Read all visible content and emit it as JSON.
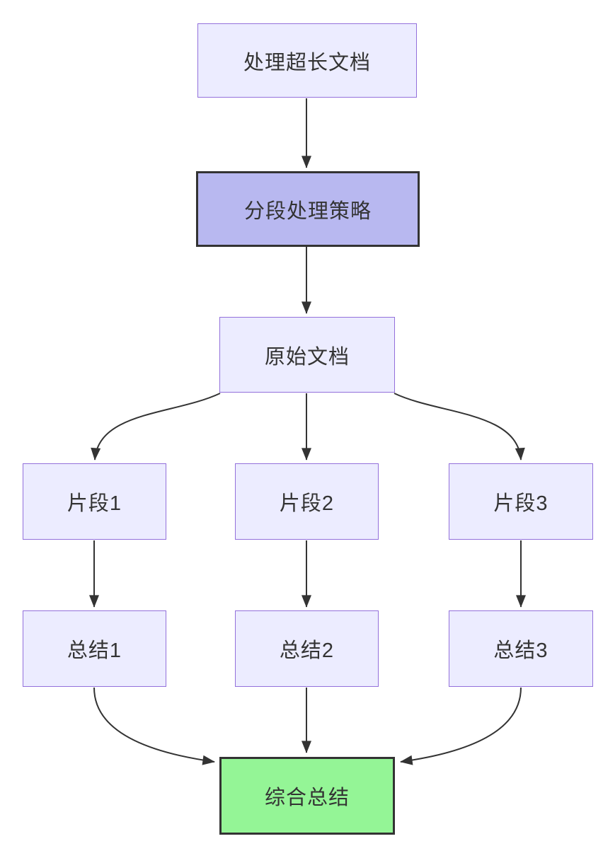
{
  "diagram": {
    "type": "flowchart",
    "direction": "top-down",
    "nodes": [
      {
        "id": "A",
        "label": "处理超长文档",
        "style": "default"
      },
      {
        "id": "B",
        "label": "分段处理策略",
        "style": "emphasis"
      },
      {
        "id": "C",
        "label": "原始文档",
        "style": "default"
      },
      {
        "id": "D",
        "label": "片段1",
        "style": "default"
      },
      {
        "id": "E",
        "label": "片段2",
        "style": "default"
      },
      {
        "id": "F",
        "label": "片段3",
        "style": "default"
      },
      {
        "id": "G",
        "label": "总结1",
        "style": "default"
      },
      {
        "id": "H",
        "label": "总结2",
        "style": "default"
      },
      {
        "id": "I",
        "label": "总结3",
        "style": "default"
      },
      {
        "id": "J",
        "label": "综合总结",
        "style": "success"
      }
    ],
    "edges": [
      {
        "from": "A",
        "to": "B"
      },
      {
        "from": "B",
        "to": "C"
      },
      {
        "from": "C",
        "to": "D"
      },
      {
        "from": "C",
        "to": "E"
      },
      {
        "from": "C",
        "to": "F"
      },
      {
        "from": "D",
        "to": "G"
      },
      {
        "from": "E",
        "to": "H"
      },
      {
        "from": "F",
        "to": "I"
      },
      {
        "from": "G",
        "to": "J"
      },
      {
        "from": "H",
        "to": "J"
      },
      {
        "from": "I",
        "to": "J"
      }
    ],
    "colors": {
      "background": "#FFFFFF",
      "node_fill": "#ECECFF",
      "node_border": "#9370DB",
      "emphasis_fill": "#B8B8F0",
      "emphasis_border": "#333333",
      "success_fill": "#94F596",
      "success_border": "#333333",
      "edge": "#333333",
      "text": "#333333"
    }
  }
}
